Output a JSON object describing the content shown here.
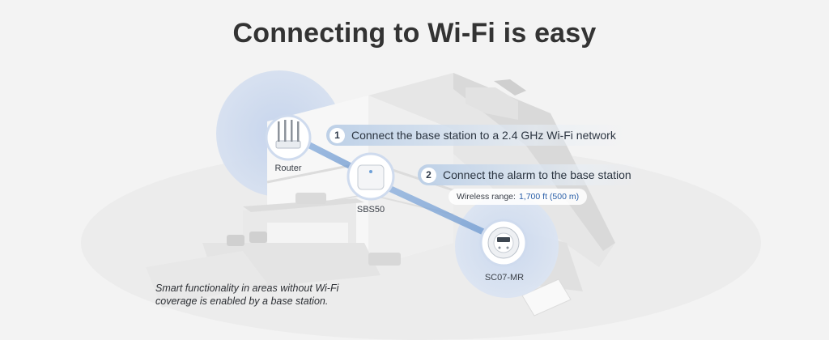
{
  "title": "Connecting to Wi-Fi is easy",
  "steps": [
    {
      "number": "1",
      "text": "Connect the base station to a 2.4 GHz Wi-Fi network"
    },
    {
      "number": "2",
      "text": "Connect the alarm to the base station"
    }
  ],
  "wireless_range": {
    "label": "Wireless range:",
    "value": "1,700 ft (500 m)"
  },
  "devices": {
    "router": "Router",
    "base_station": "SBS50",
    "alarm": "SC07-MR"
  },
  "caption": {
    "line1": "Smart functionality in areas without Wi-Fi",
    "line2": "coverage is enabled by a base station."
  },
  "colors": {
    "accent": "#2a5fa8",
    "title": "#333333",
    "link_line": "#7fa8d8"
  }
}
